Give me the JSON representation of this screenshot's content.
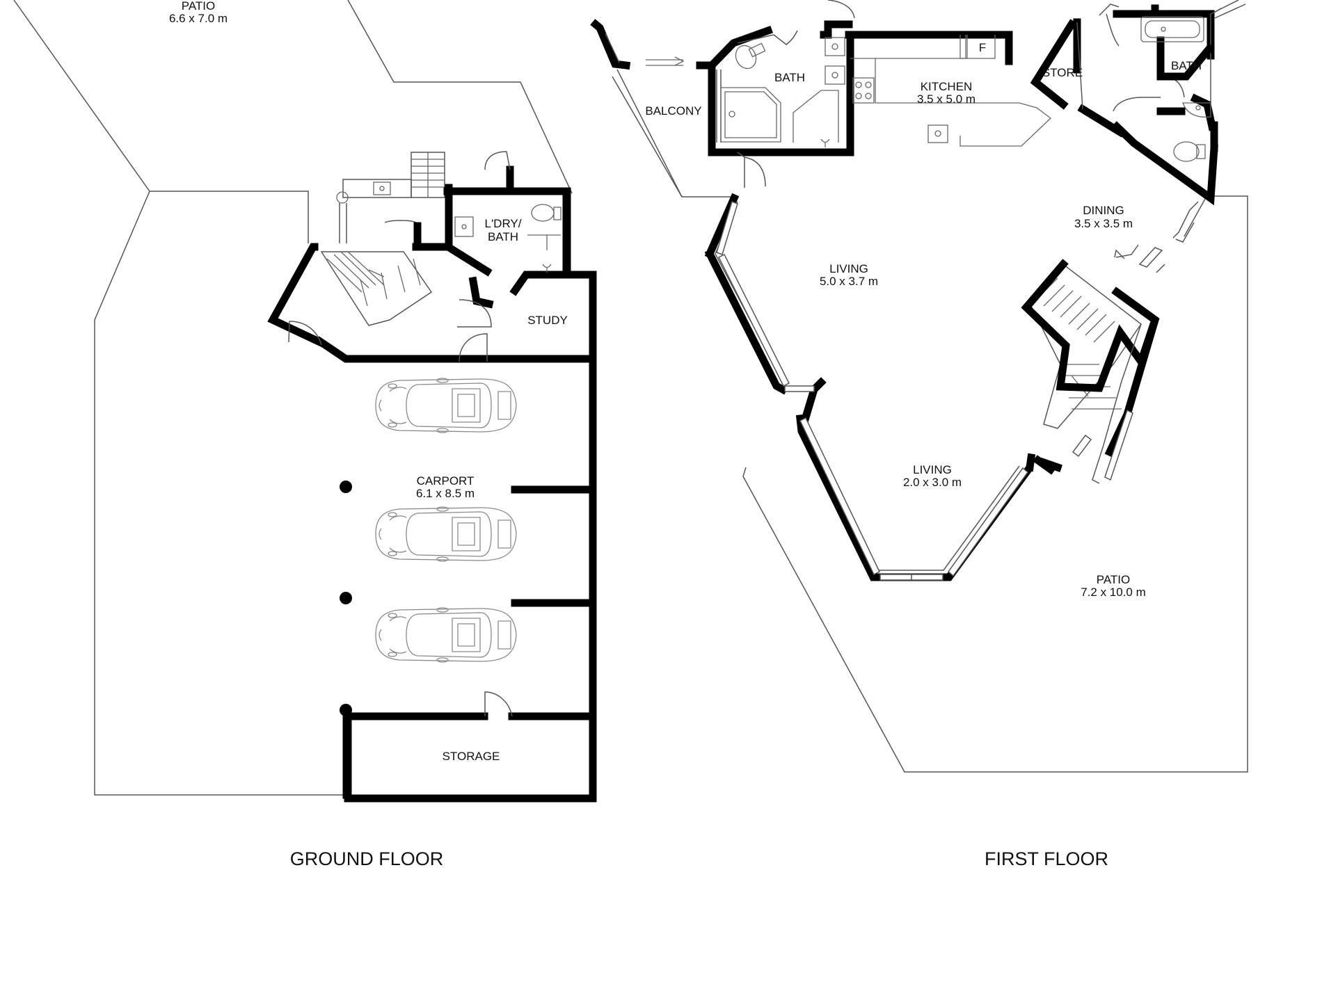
{
  "floors": {
    "ground": {
      "title": "GROUND FLOOR",
      "rooms": {
        "patio": {
          "name": "PATIO",
          "size": "6.6 x 7.0 m"
        },
        "laundry": {
          "name_line1": "L'DRY/",
          "name_line2": "BATH"
        },
        "study": {
          "name": "STUDY"
        },
        "carport": {
          "name": "CARPORT",
          "size": "6.1 x 8.5 m"
        },
        "storage": {
          "name": "STORAGE"
        }
      }
    },
    "first": {
      "title": "FIRST FLOOR",
      "rooms": {
        "balcony": {
          "name": "BALCONY"
        },
        "bath1": {
          "name": "BATH"
        },
        "kitchen": {
          "name": "KITCHEN",
          "size": "3.5 x 5.0 m"
        },
        "fridge": {
          "name": "F"
        },
        "store": {
          "name": "STORE"
        },
        "bath2": {
          "name": "BATH"
        },
        "dining": {
          "name": "DINING",
          "size": "3.5 x 3.5 m"
        },
        "living1": {
          "name": "LIVING",
          "size": "5.0 x 3.7 m"
        },
        "living2": {
          "name": "LIVING",
          "size": "2.0 x 3.0 m"
        },
        "patio": {
          "name": "PATIO",
          "size": "7.2 x 10.0 m"
        }
      }
    }
  },
  "icons": [
    "car-icon",
    "toilet-icon",
    "sink-icon",
    "bathtub-icon",
    "shower-icon",
    "stair-icon",
    "door-swing-icon",
    "cooktop-icon",
    "column-icon"
  ]
}
